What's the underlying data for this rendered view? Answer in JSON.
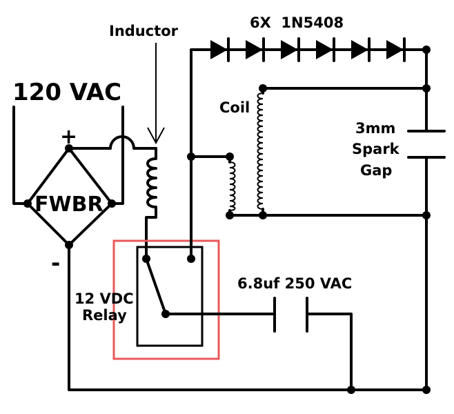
{
  "labels": {
    "inductor": "Inductor",
    "diodes": "6X  1N5408",
    "source": "120 VAC",
    "plus": "+",
    "minus": "-",
    "bridge": "FWBR",
    "coil": "Coil",
    "gap_line1": "3mm",
    "gap_line2": "Spark",
    "gap_line3": "Gap",
    "relay_line1": "12 VDC",
    "relay_line2": "Relay",
    "capacitor": "6.8uf 250 VAC"
  },
  "colors": {
    "wire": "#000000",
    "highlight": "#e8585a",
    "background": "#ffffff"
  }
}
